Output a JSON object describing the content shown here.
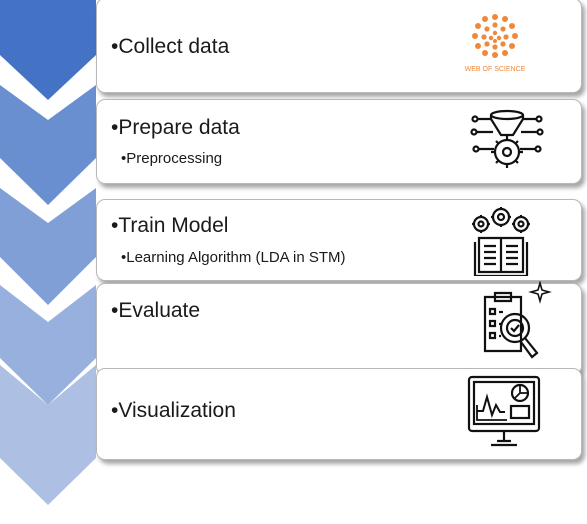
{
  "steps": [
    {
      "label": "•Collect data",
      "sub": "",
      "icon": "web-of-science-logo",
      "color": "#4472c4"
    },
    {
      "label": "•Prepare data",
      "sub": "•Preprocessing",
      "icon": "data-funnel-gear-icon",
      "color": "#6a8fd0"
    },
    {
      "label": "•Train Model",
      "sub": "•Learning Algorithm (LDA in STM)",
      "icon": "book-gears-icon",
      "color": "#819fd7"
    },
    {
      "label": "•Evaluate",
      "sub": "",
      "icon": "clipboard-magnifier-icon",
      "color": "#97b0de"
    },
    {
      "label": "•Visualization",
      "sub": "",
      "icon": "monitor-chart-icon",
      "color": "#aebfe4"
    }
  ],
  "logo_text": "WEB OF SCIENCE"
}
